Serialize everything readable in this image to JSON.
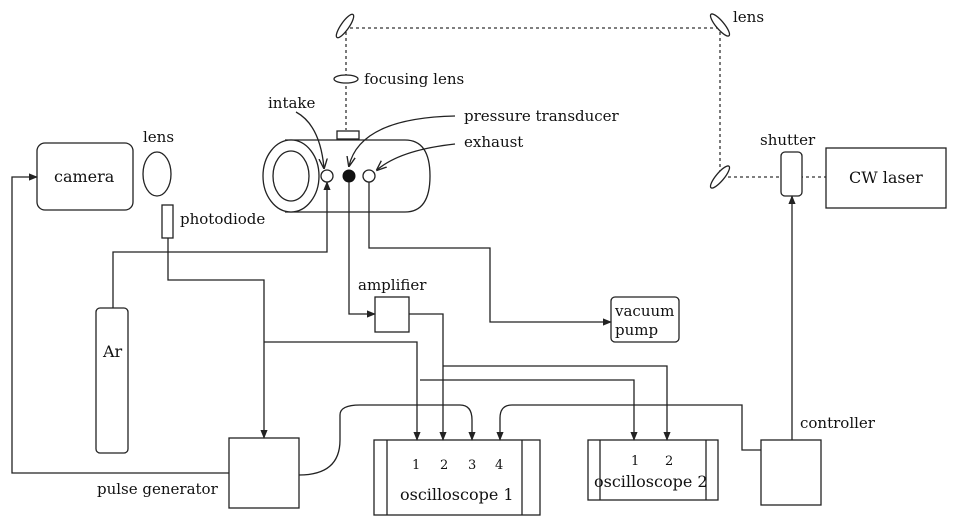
{
  "labels": {
    "camera": "camera",
    "lens_camera": "lens",
    "photodiode": "photodiode",
    "intake": "intake",
    "pressure_transducer": "pressure transducer",
    "exhaust": "exhaust",
    "focusing_lens": "focusing lens",
    "lens_top": "lens",
    "shutter": "shutter",
    "cw_laser": "CW laser",
    "amplifier": "amplifier",
    "vacuum_pump_line1": "vacuum",
    "vacuum_pump_line2": "pump",
    "ar": "Ar",
    "pulse_generator": "pulse generator",
    "oscilloscope_1": "oscilloscope 1",
    "oscilloscope_2": "oscilloscope 2",
    "controller": "controller"
  },
  "oscilloscope_1_channels": [
    "1",
    "2",
    "3",
    "4"
  ],
  "oscilloscope_2_channels": [
    "1",
    "2"
  ]
}
